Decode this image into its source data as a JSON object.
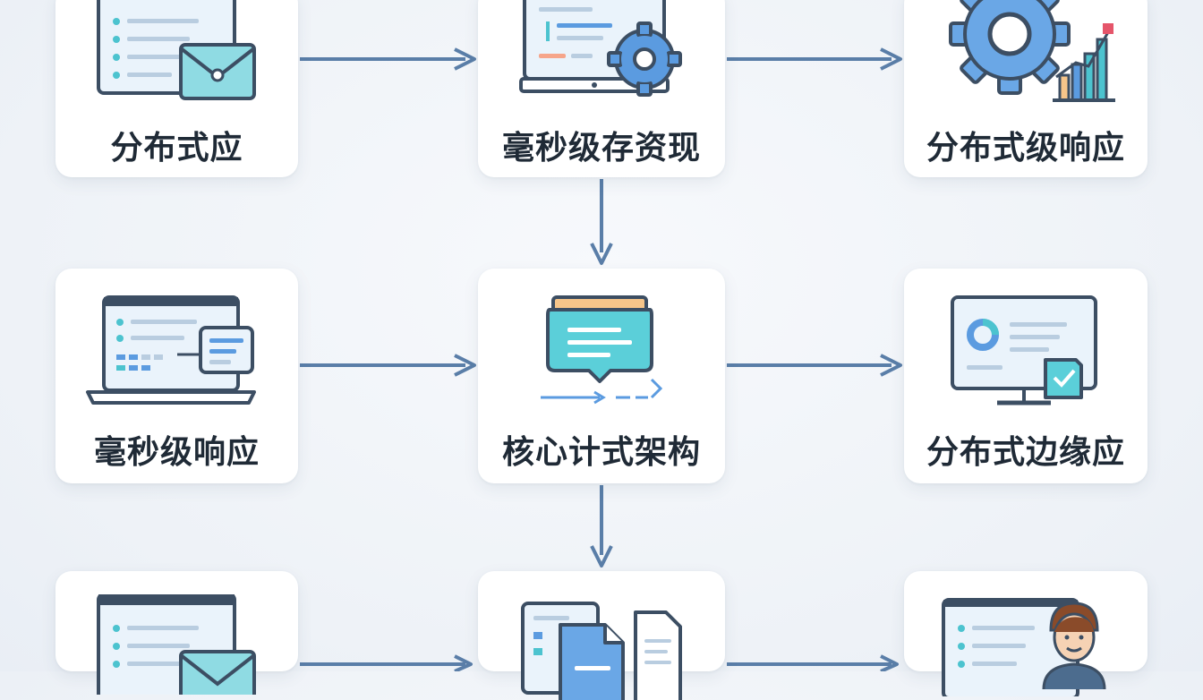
{
  "nodes": {
    "n1": {
      "label": "分布式应"
    },
    "n2": {
      "label": "毫秒级存资现"
    },
    "n3": {
      "label": "分布式级响应"
    },
    "n4": {
      "label": "毫秒级响应"
    },
    "n5": {
      "label": "核心计式架构"
    },
    "n6": {
      "label": "分布式边缘应"
    },
    "n7": {
      "label": ""
    },
    "n8": {
      "label": ""
    },
    "n9": {
      "label": ""
    }
  },
  "colors": {
    "arrow": "#5a7ea8",
    "outline": "#3c4e63",
    "teal": "#4cc3cf",
    "blue": "#5b9be0",
    "light": "#eaf3fb",
    "orange": "#f6c58a",
    "red": "#e5556a"
  }
}
